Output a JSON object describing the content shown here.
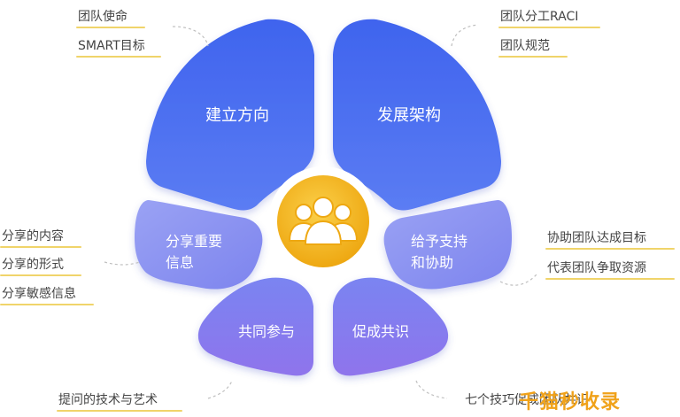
{
  "center_icon": "team-icon",
  "colors": {
    "petal_top": "#4a6ff0",
    "petal_mid": "#8a90f0",
    "petal_low": "#8276ee",
    "center": "#f3b91e",
    "underline": "#f0d46a"
  },
  "petals": {
    "top_left": "建立方向",
    "top_right": "发展架构",
    "mid_left": [
      "分享重要",
      "信息"
    ],
    "mid_right": [
      "给予支持",
      "和协助"
    ],
    "bottom_left": "共同参与",
    "bottom_right": "促成共识"
  },
  "labels": {
    "top_left": [
      "团队使命",
      "SMART目标"
    ],
    "top_right": [
      "团队分工RACI",
      "团队规范"
    ],
    "mid_left": [
      "分享的内容",
      "分享的形式",
      "分享敏感信息"
    ],
    "mid_right": [
      "协助团队达成目标",
      "代表团队争取资源"
    ],
    "bottom_left": "提问的技术与艺术",
    "bottom_right": "七个技巧促成团队共识"
  },
  "watermark": "千猫秒收录"
}
